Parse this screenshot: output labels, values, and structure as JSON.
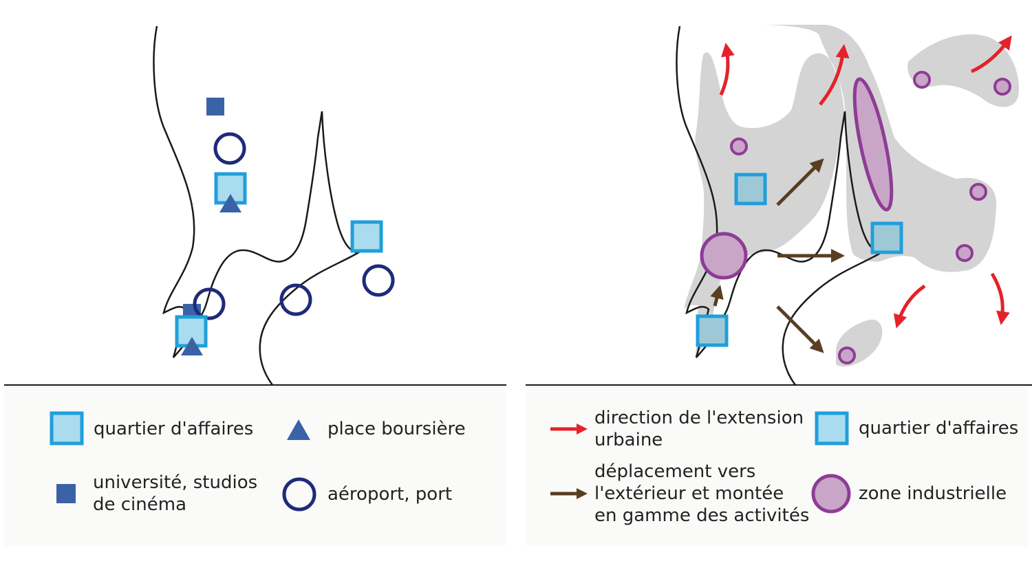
{
  "colors": {
    "business_fill": "#a9dcef",
    "business_stroke": "#1f9fdb",
    "university": "#3b62a7",
    "exchange": "#3b62a7",
    "airport": "#1e2a7a",
    "urban_area": "#d4d4d4",
    "industrial_fill": "#c9a6c7",
    "industrial_stroke": "#8e3c95",
    "extension_arrow": "#e3222b",
    "displacement_arrow": "#5a3e22",
    "coastline": "#1a1a1a"
  },
  "left_panel": {
    "legend": [
      {
        "icon": "business-district-icon",
        "label": "quartier d'affaires"
      },
      {
        "icon": "stock-exchange-icon",
        "label": "place boursière"
      },
      {
        "icon": "university-icon",
        "label": "université, studios\nde cinéma"
      },
      {
        "icon": "airport-port-icon",
        "label": "aéroport, port"
      }
    ]
  },
  "right_panel": {
    "legend": [
      {
        "icon": "red-arrow-icon",
        "label": "direction de l'extension\nurbaine"
      },
      {
        "icon": "business-district-icon",
        "label": "quartier d'affaires"
      },
      {
        "icon": "brown-arrow-icon",
        "label": "déplacement vers\nl'extérieur et montée\nen gamme des activités"
      },
      {
        "icon": "industrial-zone-icon",
        "label": "zone industrielle"
      }
    ]
  }
}
